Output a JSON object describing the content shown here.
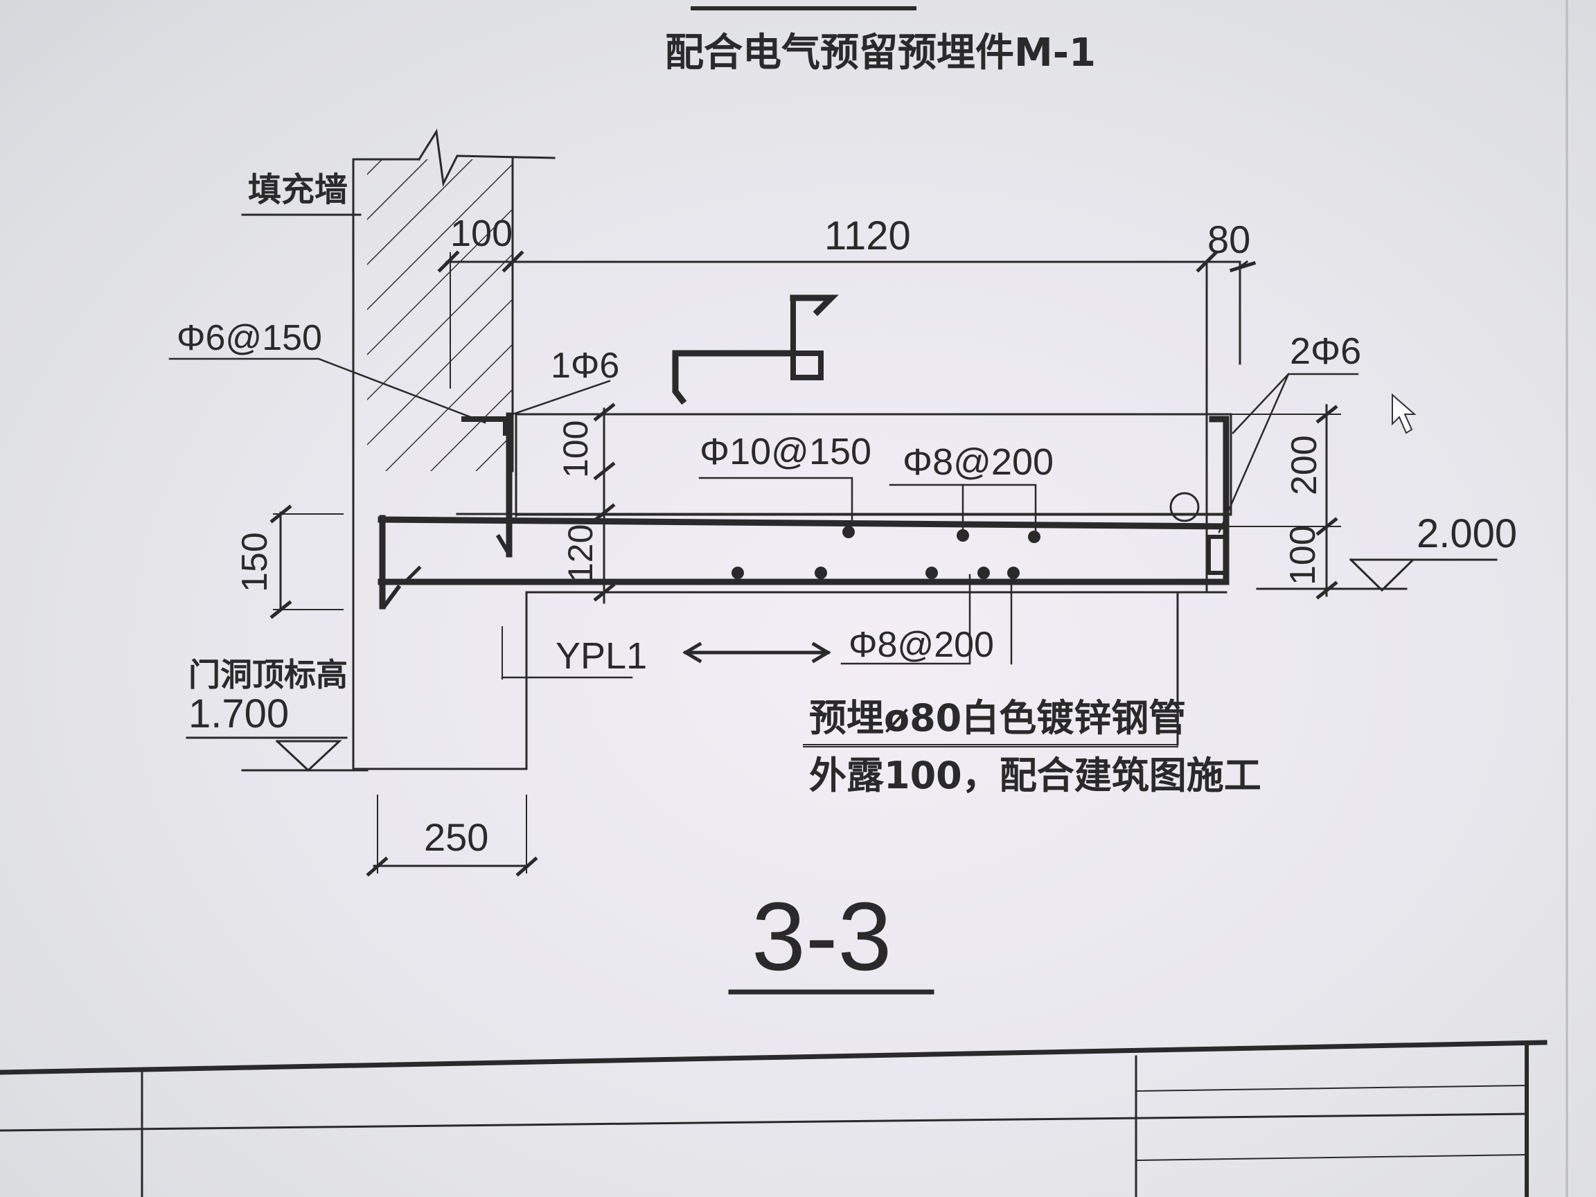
{
  "drawing": {
    "title": "配合电气预留预埋件M-1",
    "section_label": "3-3",
    "wall_label": "填充墙",
    "beam_label": "YPL1",
    "door_top_label": "门洞顶标高",
    "elevations": {
      "door_top": "1.700",
      "slab": "2.000"
    },
    "dimensions": {
      "wall_100": "100",
      "span": "1120",
      "edge": "80",
      "v100_left": "100",
      "v120": "120",
      "v150": "150",
      "v200": "200",
      "v100_right": "100",
      "width_250": "250"
    },
    "rebar": {
      "stirrup": "Φ6@150",
      "single": "1Φ6",
      "top_bars": "Φ10@150",
      "dist_top": "Φ8@200",
      "dist_bottom": "Φ8@200",
      "edge_bars": "2Φ6"
    },
    "notes": {
      "line1": "预埋ø80白色镀锌钢管",
      "line2": "外露100，配合建筑图施工"
    }
  },
  "colors": {
    "ink": "#2a2a2a",
    "screen": "#e9e8ee"
  }
}
